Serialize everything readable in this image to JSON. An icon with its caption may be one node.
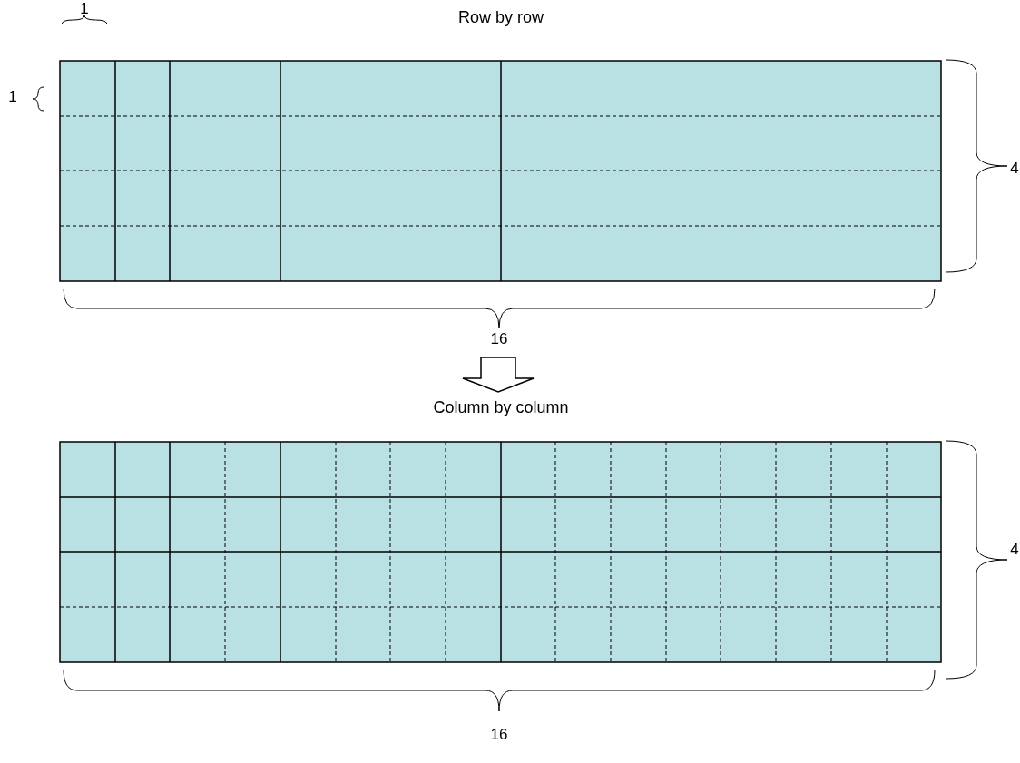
{
  "diagram": {
    "nodes": [
      {
        "text": [
          "Row by row"
        ]
      },
      {
        "text": [
          "Column by column"
        ]
      }
    ],
    "edges": [
      {
        "from": 0,
        "to": 1,
        "arrow": "to"
      }
    ],
    "labels": [
      "1",
      "1",
      "4",
      "16",
      "4",
      "16"
    ]
  }
}
